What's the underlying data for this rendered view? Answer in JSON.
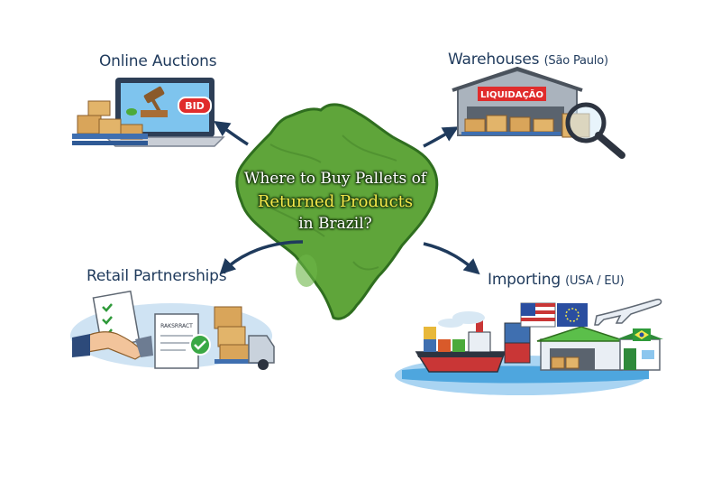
{
  "center": {
    "title_line1": "Where to Buy Pallets of",
    "title_highlight": "Returned Products",
    "title_line3": "in Brazil?"
  },
  "nodes": {
    "online_auctions": {
      "label": "Online Auctions",
      "badge": "BID"
    },
    "warehouses": {
      "label": "Warehouses",
      "sub": "(São Paulo)",
      "sign": "LIQUIDAÇÃO"
    },
    "retail": {
      "label": "Retail Partnerships",
      "doc": "RAKSRRACT"
    },
    "importing": {
      "label": "Importing",
      "sub": "(USA / EU)"
    }
  },
  "colors": {
    "map_green": "#5fa53a",
    "map_dark": "#2f6e1f",
    "title_yellow": "#f4e84a",
    "arrow_navy": "#1f3a5c",
    "box_tan": "#d9a55a",
    "pallet_blue": "#3f6fb0"
  }
}
